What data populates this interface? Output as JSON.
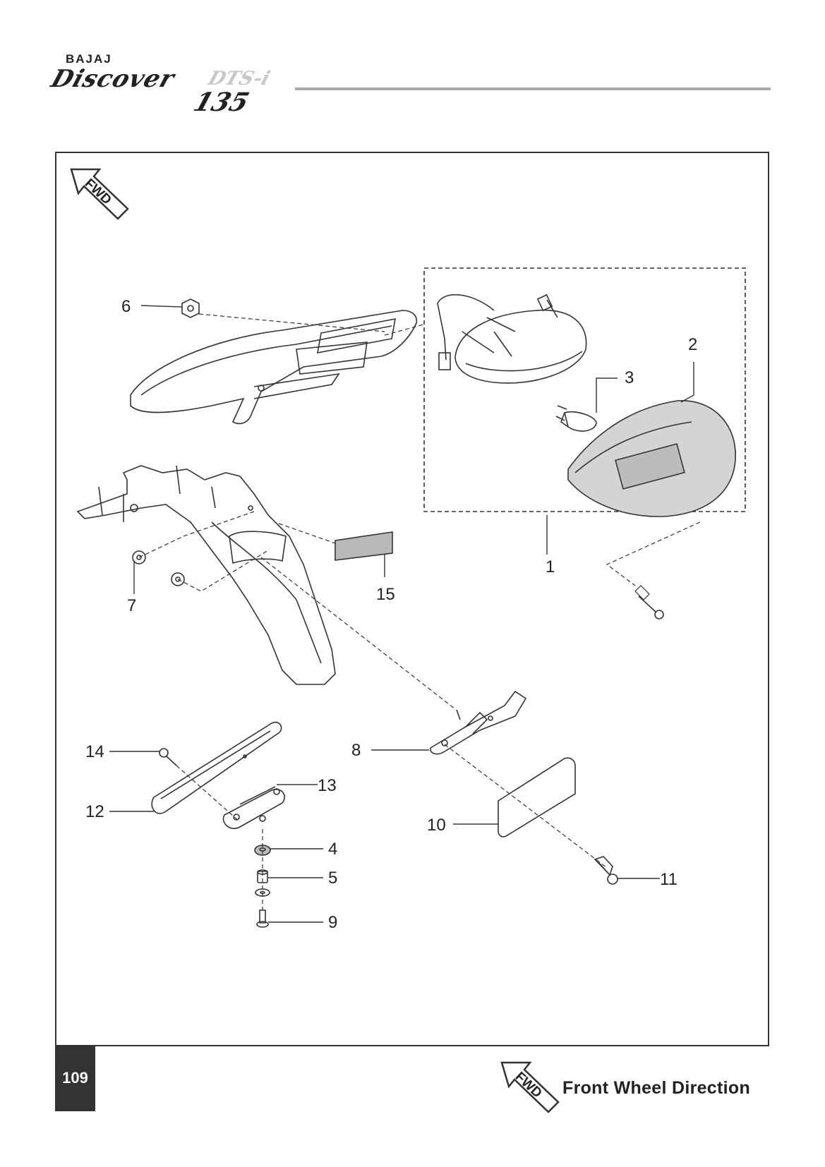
{
  "brand": {
    "maker": "BAJAJ",
    "model": "Discover",
    "suffix": "DTS-i",
    "number": "135"
  },
  "fwd_label": "FWD",
  "page_number": "109",
  "footer": {
    "legend": "Front Wheel Direction"
  },
  "callouts": [
    "1",
    "2",
    "3",
    "4",
    "5",
    "6",
    "7",
    "8",
    "9",
    "10",
    "11",
    "12",
    "13",
    "14",
    "15"
  ]
}
